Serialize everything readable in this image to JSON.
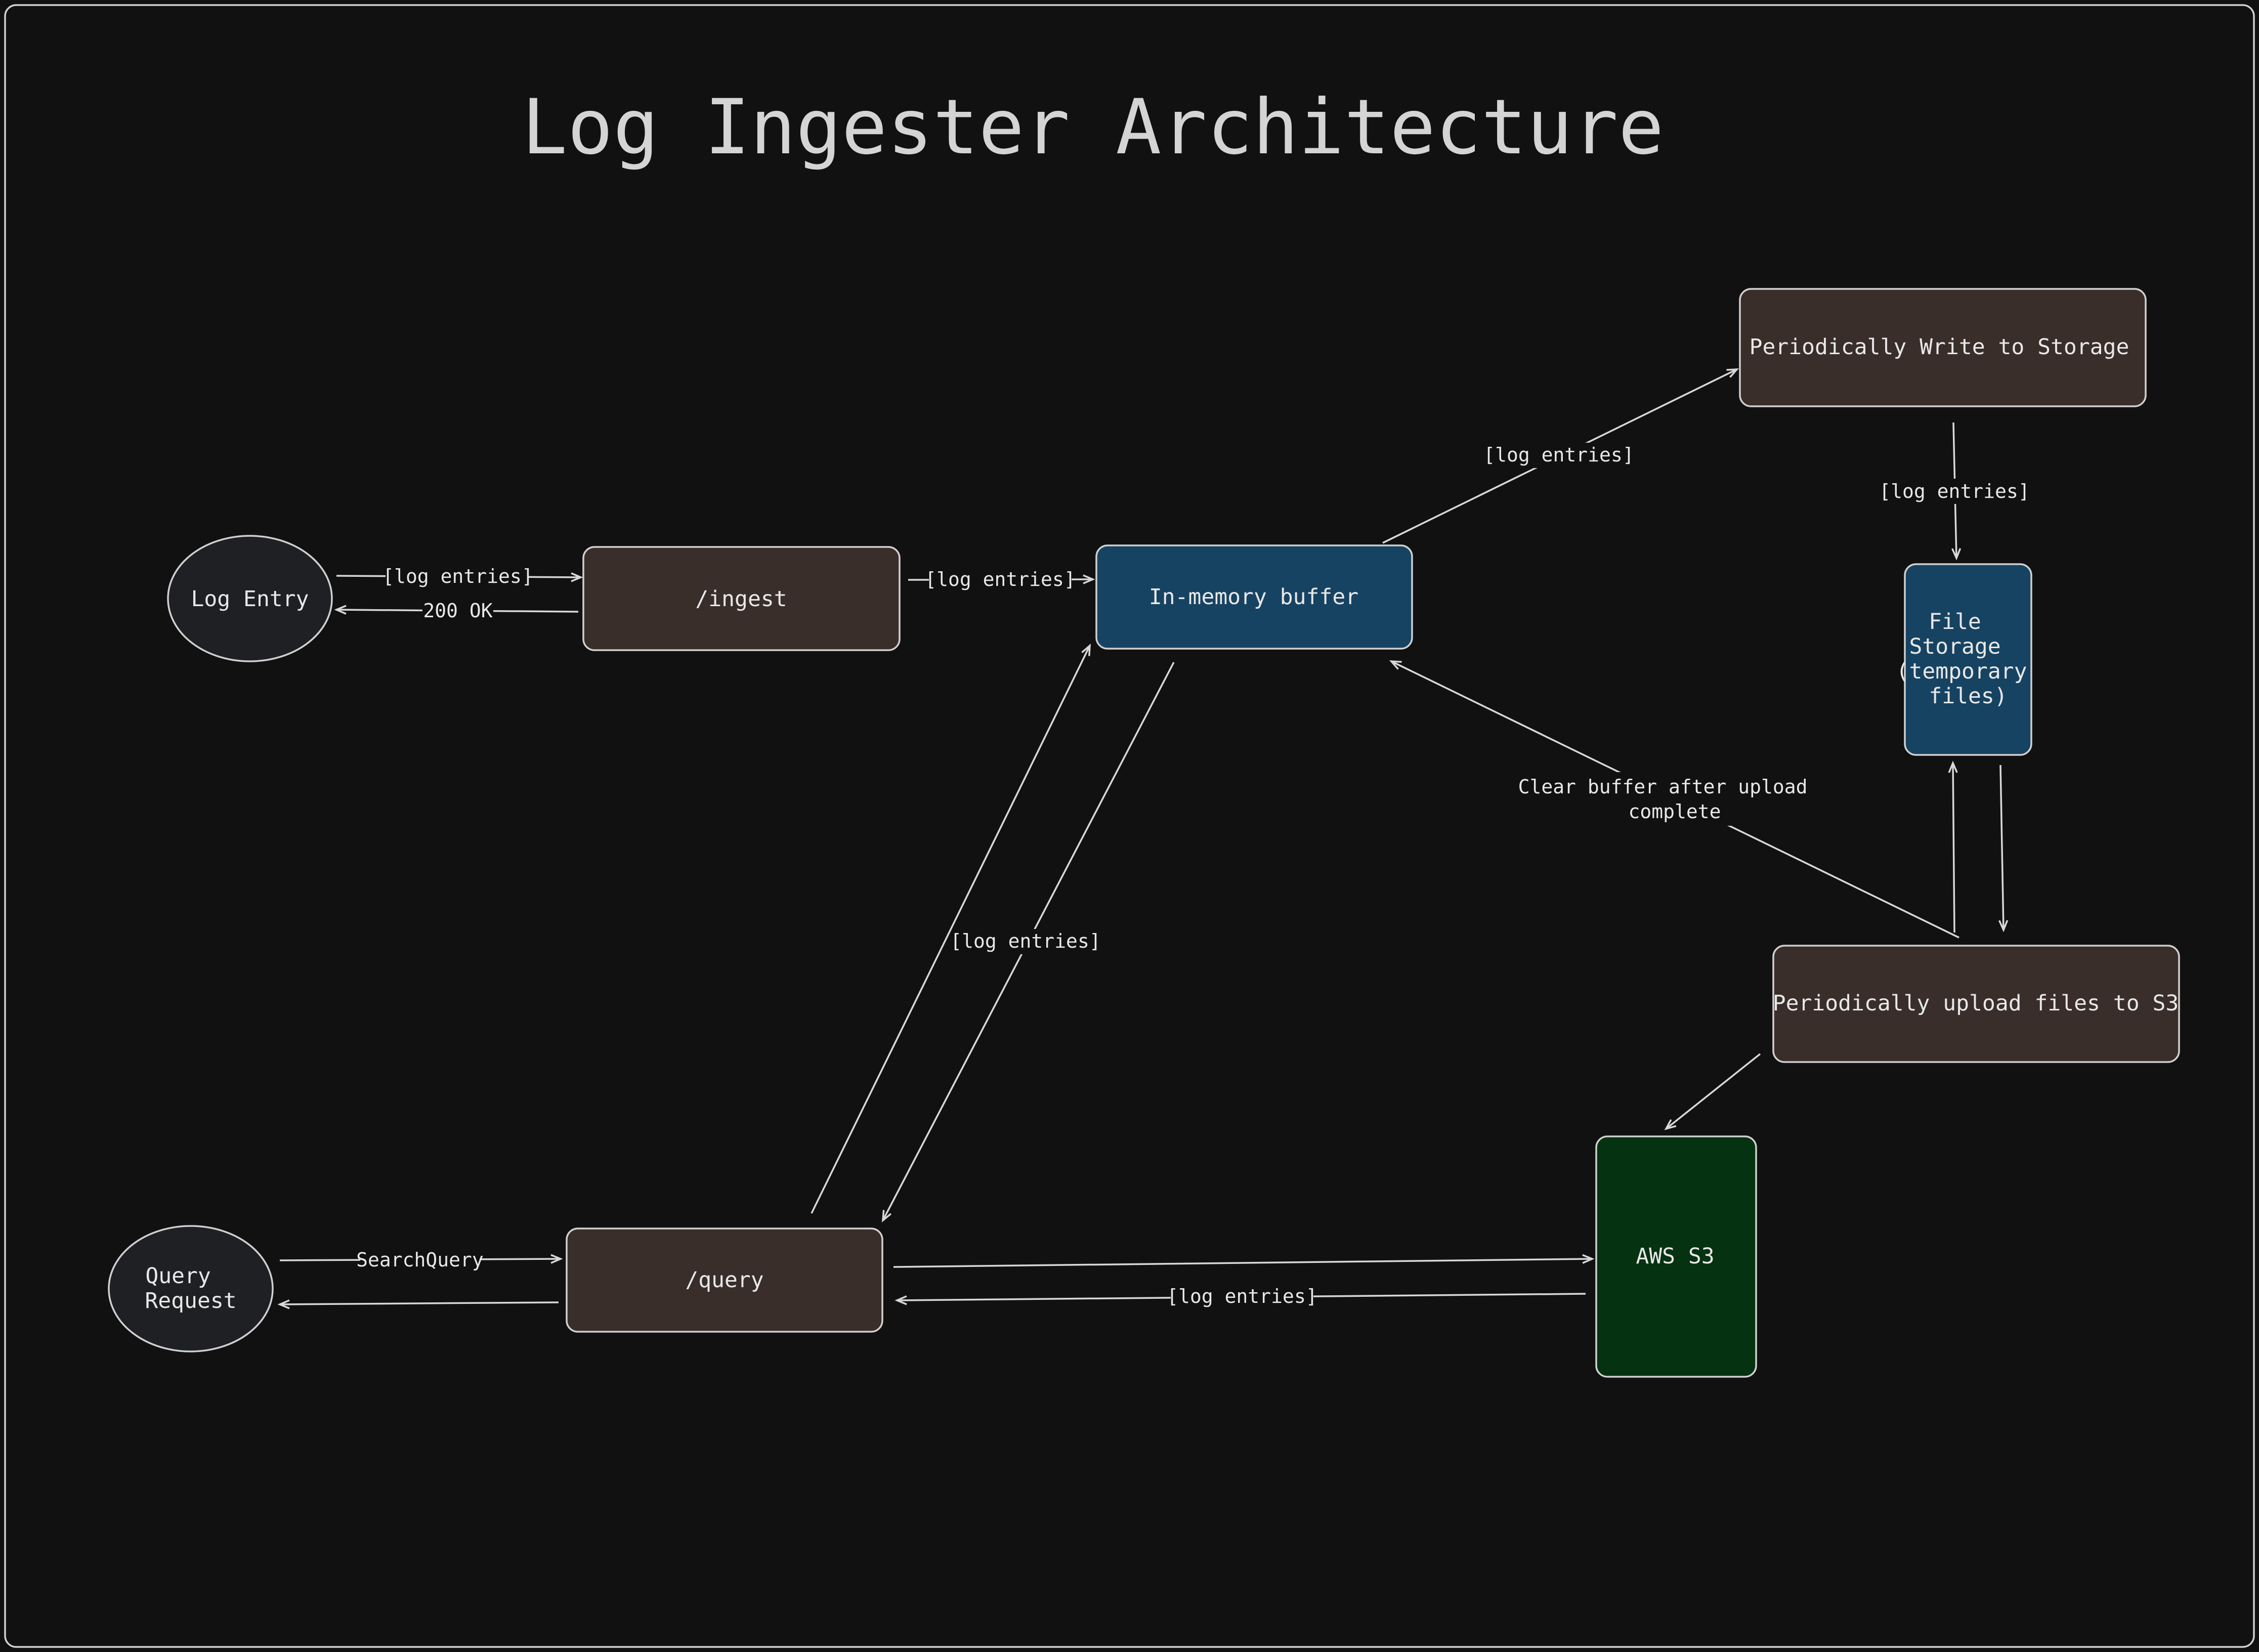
{
  "title": "Log Ingester Architecture",
  "colors": {
    "background": "#111111",
    "line": "#d8d8d8",
    "endpoint_box": "#3a2e2a",
    "buffer_box": "#174363",
    "s3_box": "#053210",
    "client_ellipse": "#1f2023"
  },
  "nodes": {
    "log_entry": {
      "label": "Log Entry"
    },
    "ingest": {
      "label": "/ingest"
    },
    "buffer": {
      "label": "In-memory buffer"
    },
    "periodic_write": {
      "label": "Periodically Write to Storage"
    },
    "file_storage": {
      "label": "File Storage (temporary files)"
    },
    "periodic_upload": {
      "label": "Periodically upload files to S3"
    },
    "s3": {
      "label": "AWS S3"
    },
    "query": {
      "label": "/query"
    },
    "query_request": {
      "label": "Query Request"
    }
  },
  "edges": [
    {
      "from": "Log Entry",
      "to": "/ingest",
      "label": "[log entries]"
    },
    {
      "from": "/ingest",
      "to": "Log Entry",
      "label": "200 OK"
    },
    {
      "from": "/ingest",
      "to": "In-memory buffer",
      "label": "[log entries]"
    },
    {
      "from": "In-memory buffer",
      "to": "Periodically Write to Storage",
      "label": "[log entries]"
    },
    {
      "from": "Periodically Write to Storage",
      "to": "File Storage (temporary files)",
      "label": "[log entries]"
    },
    {
      "from": "Periodically upload files to S3",
      "to": "File Storage (temporary files)",
      "label": ""
    },
    {
      "from": "File Storage (temporary files)",
      "to": "Periodically upload files to S3",
      "label": ""
    },
    {
      "from": "Periodically upload files to S3",
      "to": "In-memory buffer",
      "label": "Clear buffer after upload complete"
    },
    {
      "from": "Periodically upload files to S3",
      "to": "AWS S3",
      "label": ""
    },
    {
      "from": "/query",
      "to": "In-memory buffer",
      "label": ""
    },
    {
      "from": "In-memory buffer",
      "to": "/query",
      "label": "[log entries]"
    },
    {
      "from": "/query",
      "to": "AWS S3",
      "label": ""
    },
    {
      "from": "AWS S3",
      "to": "/query",
      "label": "[log entries]"
    },
    {
      "from": "Query Request",
      "to": "/query",
      "label": "SearchQuery"
    },
    {
      "from": "/query",
      "to": "Query Request",
      "label": ""
    }
  ]
}
